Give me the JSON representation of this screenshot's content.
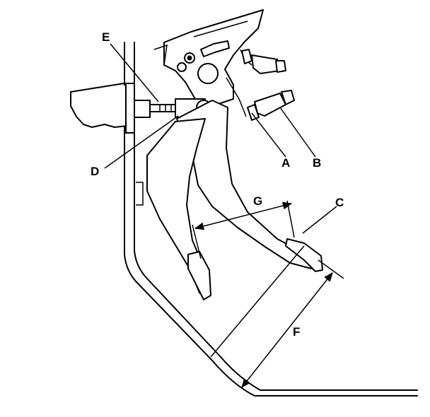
{
  "labels": {
    "A": "A",
    "B": "B",
    "C": "C",
    "D": "D",
    "E": "E",
    "F": "F",
    "G": "G"
  },
  "style": {
    "line_color": "#000000",
    "background": "#ffffff"
  }
}
